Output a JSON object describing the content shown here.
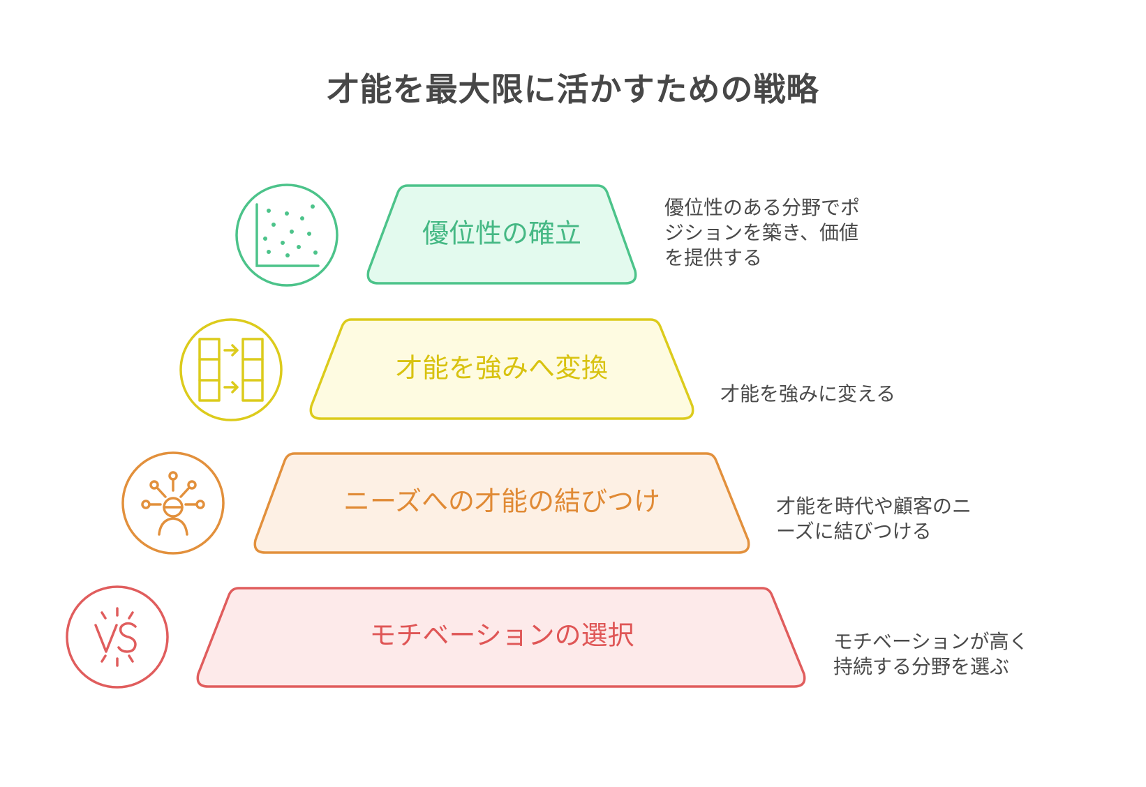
{
  "title": "才能を最大限に活かすための戦略",
  "tiers": [
    {
      "label": "優位性の確立",
      "description": "優位性のある分野でポ\nジションを築き、価値\nを提供する",
      "icon": "scatter-plot-icon",
      "stroke": "#4cc38a",
      "fill": "#e3faee",
      "text_color": "#45b884"
    },
    {
      "label": "才能を強みへ変換",
      "description": "才能を強みに変える",
      "icon": "transform-arrows-icon",
      "stroke": "#dccb1c",
      "fill": "#fefbe1",
      "text_color": "#d8c210"
    },
    {
      "label": "ニーズへの才能の結びつけ",
      "description": "才能を時代や顧客のニ\nーズに結びつける",
      "icon": "person-network-icon",
      "stroke": "#e2903c",
      "fill": "#fdf0e4",
      "text_color": "#e08a35"
    },
    {
      "label": "モチベーションの選択",
      "description": "モチベーションが高く\n持続する分野を選ぶ",
      "icon": "versus-icon",
      "stroke": "#e05d5d",
      "fill": "#fdeaea",
      "text_color": "#df5656"
    }
  ]
}
